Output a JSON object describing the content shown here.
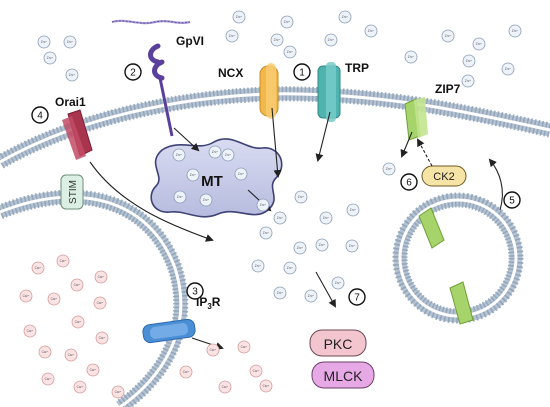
{
  "labels": {
    "gpvi": "GpVI",
    "ncx": "NCX",
    "trp": "TRP",
    "orai1": "Orai1",
    "zip7": "ZIP7",
    "stim": "STIM",
    "mt": "MT",
    "ck2": "CK2",
    "ip3r": "IP",
    "ip3r_sub": "3",
    "ip3r_end": "R",
    "pkc": "PKC",
    "mlck": "MLCK"
  },
  "steps": [
    "1",
    "2",
    "3",
    "4",
    "5",
    "6",
    "7"
  ],
  "ions": {
    "zinc": "Zn²⁺",
    "calcium": "Ca²⁺"
  },
  "colors": {
    "membrane_head": "#8fa3b8",
    "membrane_tail": "#c9d3dd",
    "ncx": "#f2b84b",
    "trp": "#4fb3b0",
    "orai1": "#a8344e",
    "zip7": "#a6d46a",
    "stim": "#dcefe4",
    "ip3r": "#4a8fd6",
    "mt": "#c9cde8",
    "ck2": "#f6e3a6",
    "pkc": "#f3c6cf",
    "mlck": "#e7a9e6",
    "zinc_ion": "#eef3fa",
    "calcium_ion": "#fbe3e3",
    "gpvi": "#5a3f9c"
  }
}
